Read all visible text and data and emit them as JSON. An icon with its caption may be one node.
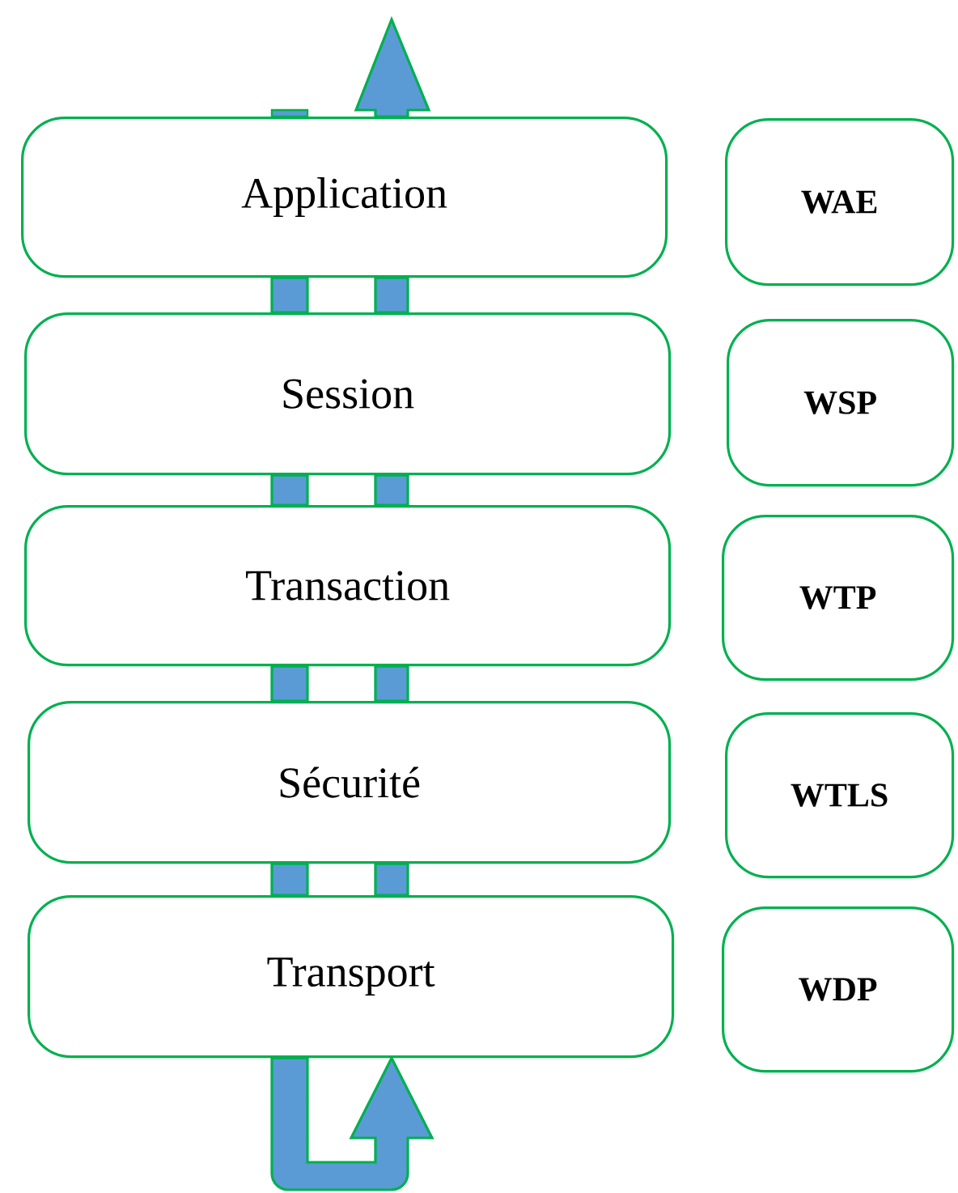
{
  "diagram": {
    "nodes": [
      {
        "text": [
          "Application"
        ]
      },
      {
        "text": [
          "Session"
        ]
      },
      {
        "text": [
          "Transaction"
        ]
      },
      {
        "text": [
          "Sécurité"
        ]
      },
      {
        "text": [
          "Transport"
        ]
      },
      {
        "text": [
          "WAE"
        ]
      },
      {
        "text": [
          "WSP"
        ]
      },
      {
        "text": [
          "WTP"
        ]
      },
      {
        "text": [
          "WTLS"
        ]
      },
      {
        "text": [
          "WDP"
        ]
      }
    ],
    "edges": [
      {
        "from": 0,
        "to": 1,
        "arrow": "none"
      },
      {
        "from": 1,
        "to": 2,
        "arrow": "none"
      },
      {
        "from": 2,
        "to": 3,
        "arrow": "none"
      },
      {
        "from": 3,
        "to": 4,
        "arrow": "none"
      },
      {
        "from": 4,
        "to": 4,
        "arrow": "to"
      },
      {
        "from": 4,
        "to": 3,
        "arrow": "none"
      },
      {
        "from": 3,
        "to": 2,
        "arrow": "none"
      },
      {
        "from": 2,
        "to": 1,
        "arrow": "none"
      },
      {
        "from": 1,
        "to": 0,
        "arrow": "none"
      },
      {
        "from": 0,
        "to": null,
        "arrow": "to"
      }
    ]
  }
}
